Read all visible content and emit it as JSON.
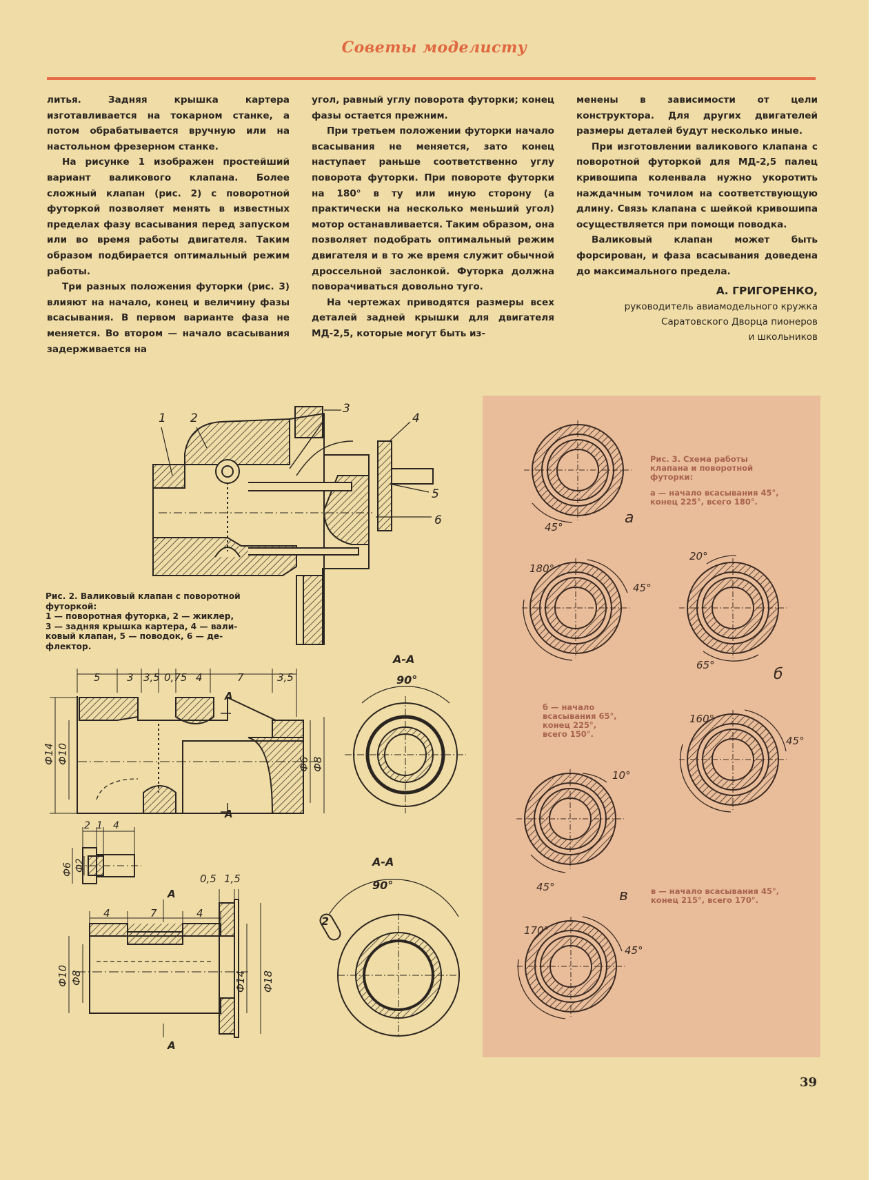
{
  "header": {
    "title": "Советы моделисту"
  },
  "columns": [
    [
      "литья. Задняя крышка картера изготавливается на токарном станке, а потом обрабатывается вручную или на настольном фрезерном станке.",
      "На рисунке 1 изображен простейший вариант валикового клапана. Более сложный клапан (рис. 2) с поворотной футоркой позволяет менять в известных пределах фазу всасывания перед запуском или во время работы двигателя. Таким образом подбирается оптимальный режим работы.",
      "Три разных положения футорки (рис. 3) влияют на начало, конец и величину фазы всасывания. В первом варианте фаза не меняется. Во втором — начало всасывания задерживается на"
    ],
    [
      "угол, равный углу поворота футорки; конец фазы остается прежним.",
      "При третьем положении футорки начало всасывания не меняется, зато конец наступает раньше соответственно углу поворота футорки. При повороте футорки на 180° в ту или иную сторону (а практически на несколько меньший угол) мотор останавливается. Таким образом, она позволяет подобрать оптимальный режим двигателя и в то же время служит обычной дроссельной заслонкой. Футорка должна поворачиваться довольно туго.",
      "На чертежах приводятся размеры всех деталей задней крышки для двигателя МД-2,5, которые могут быть из-"
    ],
    [
      "менены в зависимости от цели конструктора. Для других двигателей размеры деталей будут несколько иные.",
      "При изготовлении валикового клапана с поворотной футоркой для МД-2,5 палец кривошипа коленвала нужно укоротить наждачным точилом на соответствующую длину. Связь клапана с шейкой кривошипа осуществляется при помощи поводка.",
      "Валиковый клапан может быть форсирован, и фаза всасывания доведена до максимального предела."
    ]
  ],
  "author": {
    "name": "А. ГРИГОРЕНКО,",
    "affiliation": [
      "руководитель авиамодельного кружка",
      "Саратовского Дворца пионеров",
      "и школьников"
    ]
  },
  "fig2": {
    "caption": [
      "Рис. 2. Валиковый клапан с поворотной",
      "футоркой:",
      "1 — поворотная футорка, 2 — жиклер,",
      "3 — задняя крышка картера, 4 — вали-",
      "ковый клапан, 5 — поводок, 6 — де-",
      "флектор."
    ],
    "labels": [
      "1",
      "2",
      "3",
      "4",
      "5",
      "6"
    ]
  },
  "fig3": {
    "caption_a": [
      "Рис. 3. Схема работы",
      "клапана и поворотной",
      "футорки:",
      "",
      "а — начало всасывания 45°,",
      "конец 225°, всего 180°."
    ],
    "caption_b": [
      "б — начало",
      "всасывания 65°,",
      "конец 225°,",
      "всего 150°."
    ],
    "caption_c": [
      "в — начало всасывания 45°,",
      "конец 215°, всего 170°."
    ],
    "letters": [
      "а",
      "б",
      "в"
    ],
    "angles": [
      "45°",
      "180°",
      "45°",
      "20°",
      "65°",
      "160°",
      "45°",
      "10°",
      "45°",
      "170°",
      "45°"
    ]
  },
  "dims": {
    "top": [
      "5",
      "3",
      "3,5",
      "0,75",
      "4",
      "7",
      "3,5"
    ],
    "diam_top": [
      "Ф14",
      "Ф10",
      "Ф6",
      "Ф8"
    ],
    "small": [
      "2",
      "1",
      "4",
      "Ф6",
      "Ф2"
    ],
    "bottom": [
      "4",
      "7",
      "4",
      "0,5",
      "1,5",
      "Ф10",
      "Ф8",
      "Ф14",
      "Ф18"
    ],
    "section": [
      "А-А",
      "А-А",
      "90°",
      "90°",
      "2"
    ],
    "section_marks": [
      "А",
      "А",
      "А",
      "А"
    ]
  },
  "page_number": "39"
}
